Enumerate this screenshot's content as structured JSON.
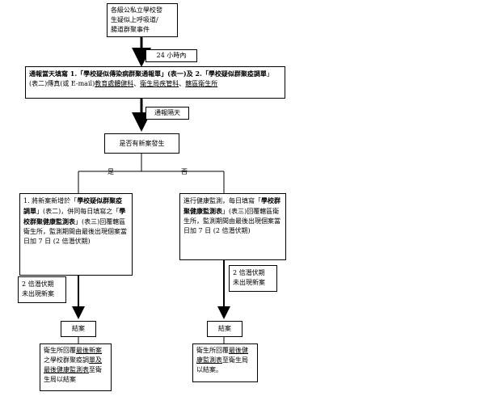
{
  "nodes": {
    "start": "各級公私立學校發\n生疑似上呼吸道/\n腸道群聚事件",
    "within24": "24 小時內",
    "report": {
      "p1": "通報當天填寫 1.「",
      "p2": "學校疑似傳染病群聚通報單",
      "p3": "」(表一)及 2.「",
      "p4": "學校疑似群聚疫調單",
      "p5": "」(表二)傳真(或 E-mail)",
      "p6": "教育處體健科",
      "p7": "、",
      "p8": "衛生局疾管科",
      "p9": "、",
      "p10": "轄區衛生所"
    },
    "nextday": "通報隔天",
    "question": "是否有新案發生",
    "yes": "是",
    "no": "否",
    "yes_box": {
      "p1": "1. 將新案新增於「",
      "p2": "學校疑似群聚疫調單",
      "p3": "」(表二)，併同每日填寫之「",
      "p4": "學校群聚健康監測表",
      "p5": "」(表三)回覆轄區衛生所，監測期間由最後出現個案當日加 7 日 (2 倍潛伏期)"
    },
    "no_box": {
      "p1": "進行健康監測，每日填寫「",
      "p2": "學校群聚健康監測表",
      "p3": "」(表三)回覆轄區衛生所，監測期間由最後出現個案當日加 7 日 (2 倍潛伏期)"
    },
    "left_cond": "2 倍潛伏期\n未出現新案",
    "right_cond": "2 倍潛伏期\n未出現新案",
    "left_close": "結案",
    "right_close": "結案",
    "left_final": {
      "p1": "衛生所回覆",
      "p2": "最後新案",
      "p3": "之學校群聚疫調",
      "p4": "單及最後健康監測表",
      "p5": "至衛生局以結案"
    },
    "right_final": {
      "p1": "衛生所回覆",
      "p2": "最後健康監測表",
      "p3": "至衛生局以結案。"
    }
  }
}
